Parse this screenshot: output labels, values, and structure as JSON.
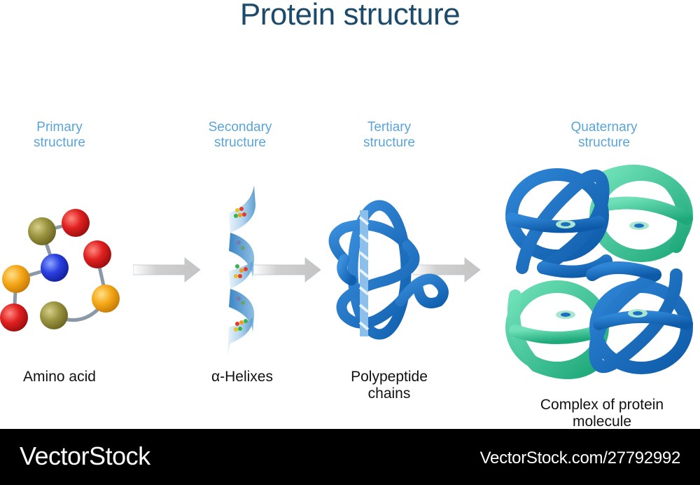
{
  "title": "Protein structure",
  "stages": [
    {
      "label_line1": "Primary",
      "label_line2": "structure",
      "caption_line1": "Amino acid",
      "caption_line2": ""
    },
    {
      "label_line1": "Secondary",
      "label_line2": "structure",
      "caption_line1": "α-Helixes",
      "caption_line2": ""
    },
    {
      "label_line1": "Tertiary",
      "label_line2": "structure",
      "caption_line1": "Polypeptide",
      "caption_line2": "chains"
    },
    {
      "label_line1": "Quaternary",
      "label_line2": "structure",
      "caption_line1": "Complex of protein",
      "caption_line2": "molecule"
    }
  ],
  "footer": {
    "brand": "VectorStock",
    "reference": "VectorStock.com/27792992"
  },
  "colors": {
    "title": "#1b4a6b",
    "stage_label": "#5aa5d8",
    "blue_chain": "#1f6fc0",
    "green_chain": "#3cc79a",
    "arrow": "#cfcfcf",
    "footer_bg": "#000000"
  }
}
